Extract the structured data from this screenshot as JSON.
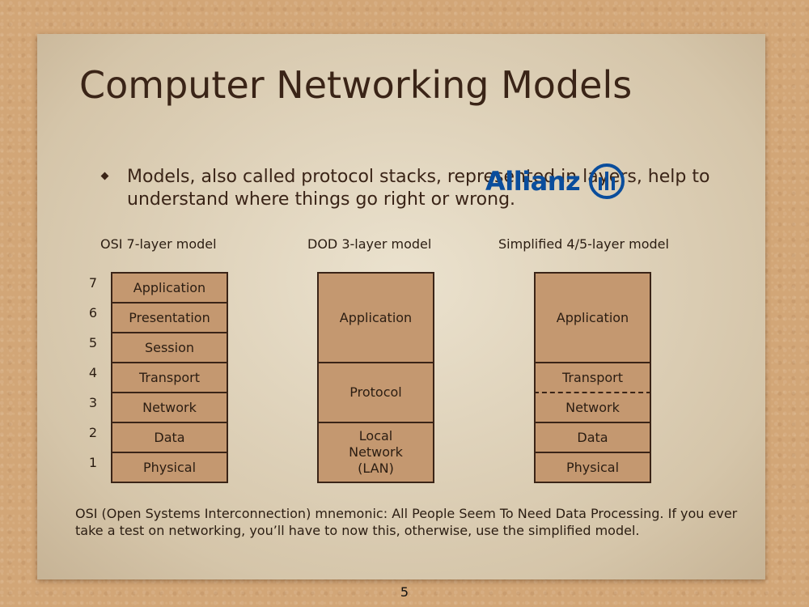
{
  "slide": {
    "title": "Computer Networking Models",
    "bullet": "Models, also called protocol stacks, represented in layers, help to understand where things go right or wrong.",
    "logo_text": "Allianz",
    "footnote": "OSI (Open Systems Interconnection) mnemonic: All People Seem To Need Data Processing. If you ever take a test on networking, you’ll have to now this, otherwise, use the simplified model.",
    "page_number": "5"
  },
  "models": {
    "osi": {
      "title": "OSI 7-layer model",
      "layers": [
        "Application",
        "Presentation",
        "Session",
        "Transport",
        "Network",
        "Data",
        "Physical"
      ],
      "numbers": [
        "7",
        "6",
        "5",
        "4",
        "3",
        "2",
        "1"
      ]
    },
    "dod": {
      "title": "DOD 3-layer model",
      "layers": [
        "Application",
        "Protocol",
        "Local Network (LAN)"
      ]
    },
    "simplified": {
      "title": "Simplified 4/5-layer model",
      "layers": [
        "Application",
        "Transport",
        "Network",
        "Data",
        "Physical"
      ]
    }
  },
  "colors": {
    "layer_fill": "#c49870",
    "border": "#3a2417",
    "logo_blue": "#0a4d9c"
  }
}
